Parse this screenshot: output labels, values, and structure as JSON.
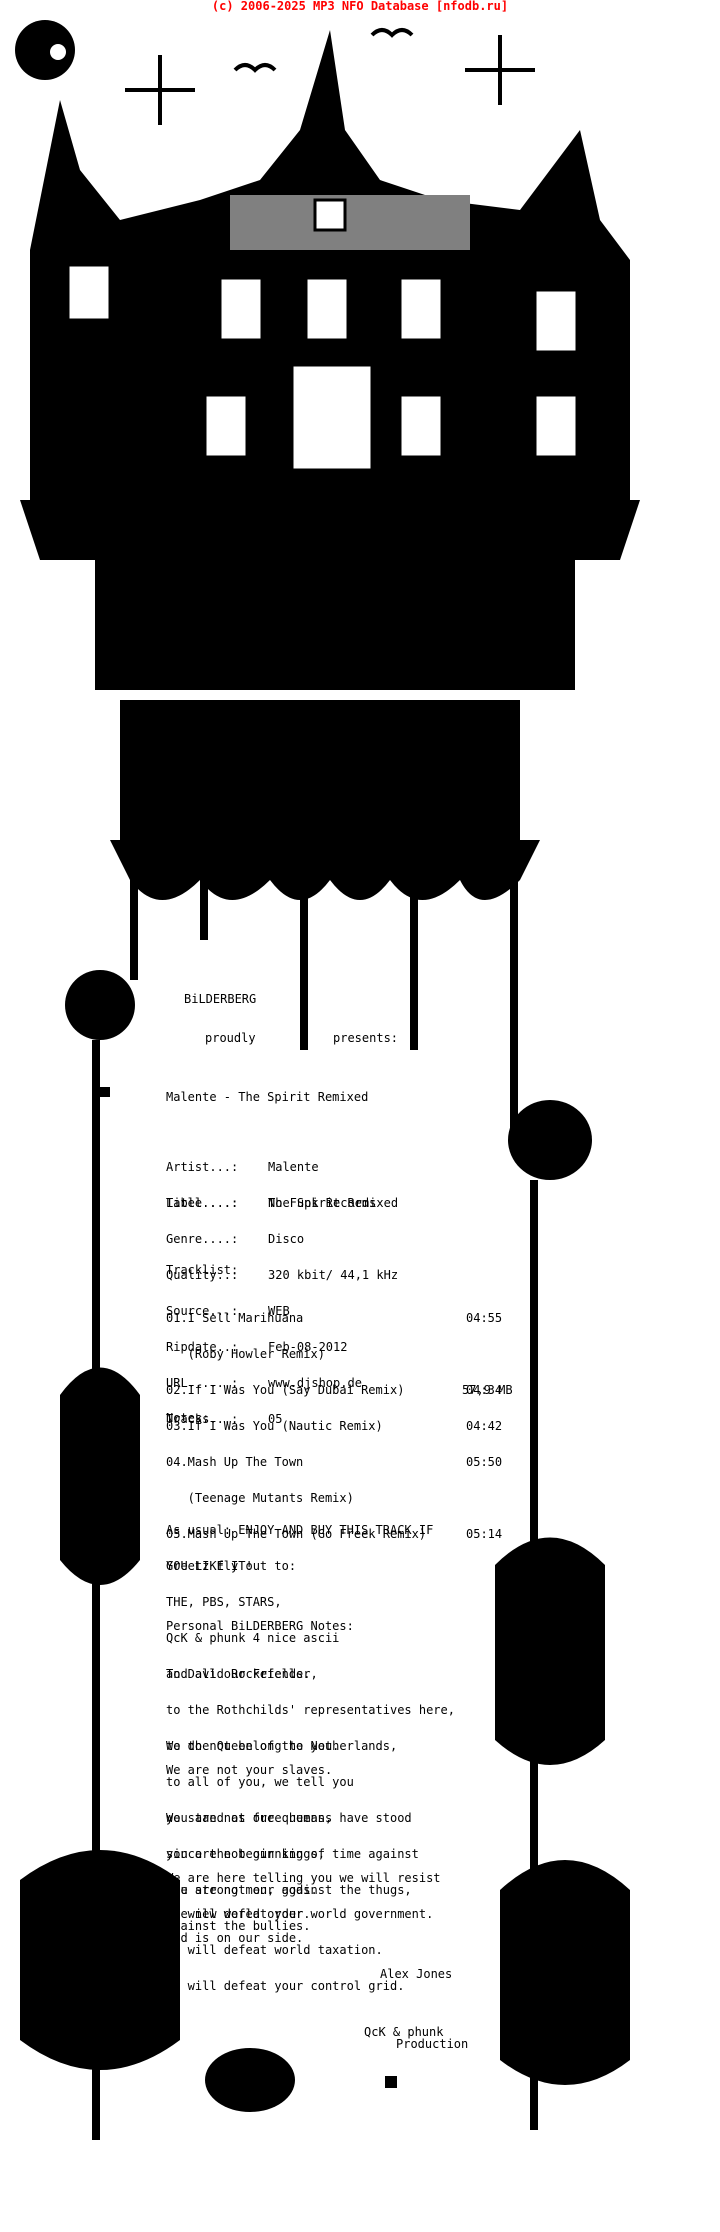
{
  "header": {
    "credit": "(c) 2006-2025 MP3 NFO Database [nfodb.ru]"
  },
  "intro": {
    "group": "BiLDERBERG",
    "proudly": "proudly",
    "presents": "presents:"
  },
  "release": {
    "title_line": "Malente - The Spirit Remixed",
    "artist_label": "Artist...:",
    "artist": "Malente",
    "title_label": "Title....:",
    "title": "The Spirit Remixed",
    "label_label": "Label....:",
    "label": "No Funk Records",
    "genre_label": "Genre....:",
    "genre": "Disco",
    "quality_label": "Quality..:",
    "quality": "320 kbit/ 44,1 kHz",
    "source_label": "Source...:",
    "source": "WEB",
    "ripdate_label": "Ripdate..:",
    "ripdate": "Feb-08-2012",
    "url_label": "URL......:",
    "url": "www.djshop.de",
    "tracks_label": "Tracks...:",
    "tracks": "05"
  },
  "tracklist": {
    "heading": "Tracklist:",
    "items": [
      {
        "title": "01.I Sell Marihuana",
        "time": "04:55"
      },
      {
        "title": "   (Roby Howler Remix)",
        "time": ""
      },
      {
        "title": "02.If I Was You (Say Dubai Remix)",
        "time": "04:34"
      },
      {
        "title": "03.If I Was You (Nautic Remix)",
        "time": "04:42"
      },
      {
        "title": "04.Mash Up The Town",
        "time": "05:50"
      },
      {
        "title": "   (Teenage Mutants Remix)",
        "time": ""
      },
      {
        "title": "05.Mash Up The Town (Go Freek Remix)",
        "time": "05:14"
      }
    ],
    "total": "57,9 MB"
  },
  "notes": {
    "heading": "Notes:",
    "usual_1": "As usual: ENJOY AND BUY THIS TRACK IF",
    "usual_2": "YOU LIKE IT!",
    "greetz_1": "Greetz fly out to:",
    "greetz_2": "THE, PBS, STARS,",
    "greetz_3": "QcK & phunk 4 nice ascii",
    "greetz_4": "and all our Friends."
  },
  "personal": {
    "heading": "Personal BiLDERBERG Notes:",
    "p1": [
      "To David Rockefeller,",
      "to the Rothchilds' representatives here,",
      "to the Queen of the Netherlands,",
      "to all of you, we tell you",
      "you are not our queens,",
      "you are not our kings,",
      "you are not our gods."
    ],
    "p2": "We do not belong to you.",
    "p3": "We are not your slaves.",
    "p4": [
      "We stand as free humans have stood",
      "since the beginning of time against",
      "the strong men, against the thugs,",
      "against the bullies."
    ],
    "p5": [
      "We are here telling you we will resist",
      "the new world order."
    ],
    "p6": [
      "We will defeat your world government.",
      "We will defeat world taxation.",
      "We will defeat your control grid."
    ],
    "p7": "God is on our side.",
    "signature": "Alex Jones"
  },
  "footer": {
    "credit_1": "QcK & phunk",
    "credit_2": "Production"
  }
}
